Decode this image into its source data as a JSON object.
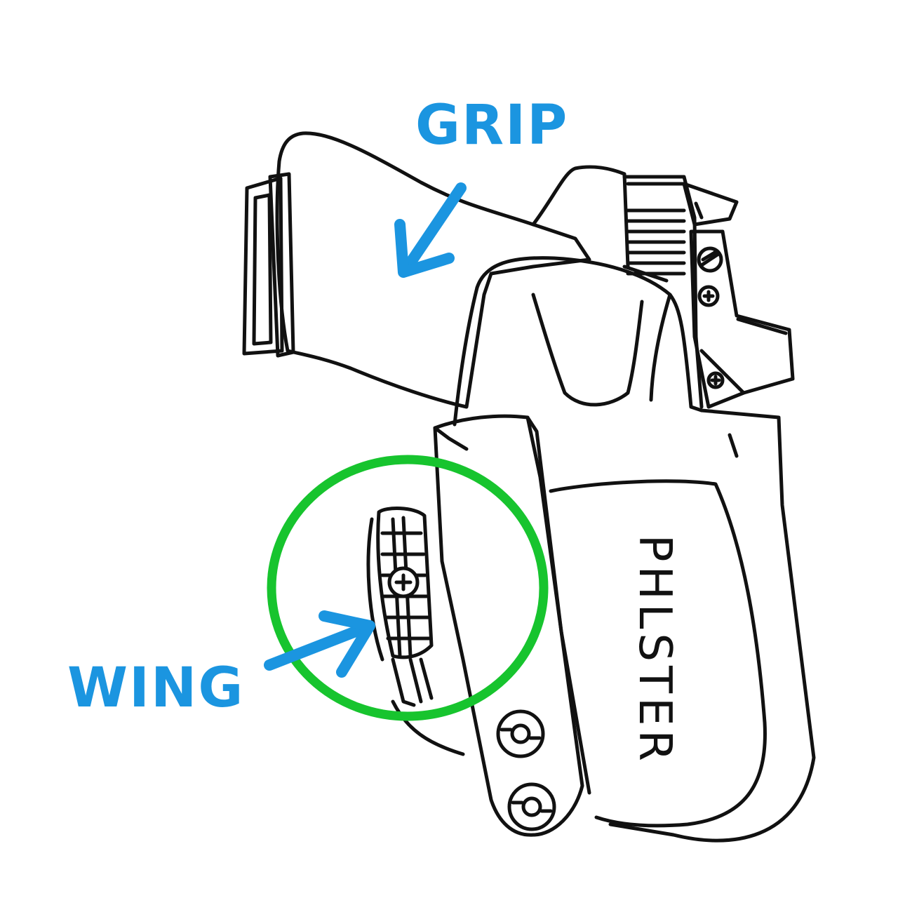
{
  "labels": {
    "grip": "GRIP",
    "wing": "WING"
  },
  "brand_text": "PHLSTER",
  "colors": {
    "label": "#1b95e0",
    "highlight_circle": "#17c42e",
    "line_art": "#111111",
    "background": "#ffffff"
  },
  "icons": {
    "screw": "phillips-screw-icon",
    "rivet": "rivet-icon"
  }
}
